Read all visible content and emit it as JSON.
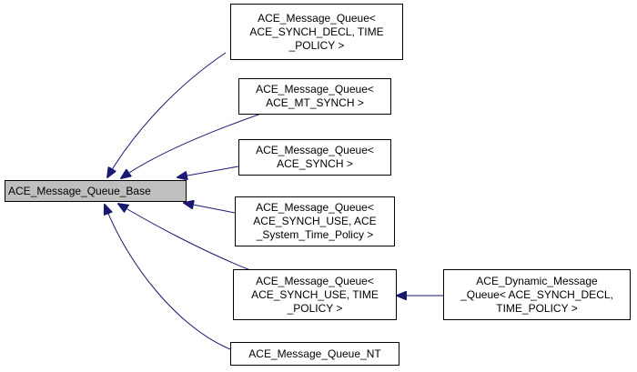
{
  "diagram": {
    "colors": {
      "edge": "#191970",
      "base_fill": "#bfbfbf",
      "node_fill": "#ffffff",
      "border": "#000000"
    },
    "base": {
      "label": "ACE_Message_Queue_Base"
    },
    "nodes": [
      {
        "id": "mq_decl_time",
        "label": "ACE_Message_Queue<\n ACE_SYNCH_DECL, TIME\n_POLICY >"
      },
      {
        "id": "mq_mt_synch",
        "label": "ACE_Message_Queue<\n ACE_MT_SYNCH >"
      },
      {
        "id": "mq_synch",
        "label": "ACE_Message_Queue<\n ACE_SYNCH >"
      },
      {
        "id": "mq_use_ace_time",
        "label": "ACE_Message_Queue<\n ACE_SYNCH_USE, ACE\n_System_Time_Policy >"
      },
      {
        "id": "mq_use_time",
        "label": "ACE_Message_Queue<\n ACE_SYNCH_USE, TIME\n_POLICY >"
      },
      {
        "id": "mq_nt",
        "label": "ACE_Message_Queue_NT"
      },
      {
        "id": "dyn_mq",
        "label": "ACE_Dynamic_Message\n_Queue< ACE_SYNCH_DECL,\n TIME_POLICY >"
      }
    ]
  }
}
